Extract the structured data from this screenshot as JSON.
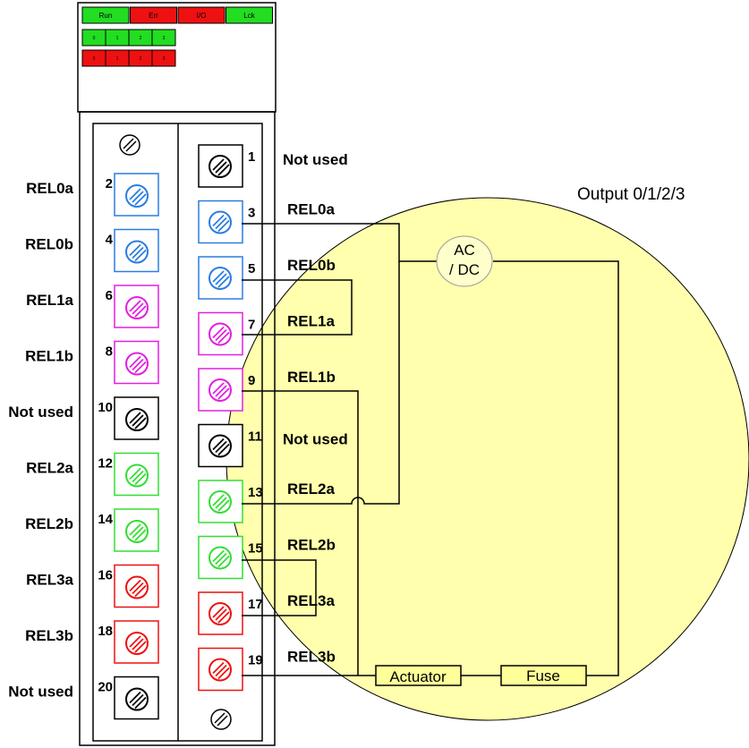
{
  "leds": {
    "status": [
      "Run",
      "Err",
      "I/O",
      "Lck"
    ],
    "status_colors": [
      "#22dd22",
      "#ee1111",
      "#ee1111",
      "#22dd22"
    ],
    "row1": [
      "0",
      "1",
      "2",
      "3"
    ],
    "row2": [
      "0",
      "1",
      "2",
      "3"
    ],
    "green": "#22dd22",
    "red": "#ee1111"
  },
  "colors": {
    "blue": "#2a7de1",
    "magenta": "#e020e0",
    "green": "#33dd33",
    "red": "#ee1111",
    "black": "#000000",
    "highlight": "#ffff99"
  },
  "left_terminals": [
    {
      "number": "2",
      "label": "REL0a",
      "color": "blue"
    },
    {
      "number": "4",
      "label": "REL0b",
      "color": "blue"
    },
    {
      "number": "6",
      "label": "REL1a",
      "color": "magenta"
    },
    {
      "number": "8",
      "label": "REL1b",
      "color": "magenta"
    },
    {
      "number": "10",
      "label": "Not used",
      "color": "black"
    },
    {
      "number": "12",
      "label": "REL2a",
      "color": "green"
    },
    {
      "number": "14",
      "label": "REL2b",
      "color": "green"
    },
    {
      "number": "16",
      "label": "REL3a",
      "color": "red"
    },
    {
      "number": "18",
      "label": "REL3b",
      "color": "red"
    },
    {
      "number": "20",
      "label": "Not used",
      "color": "black"
    }
  ],
  "right_terminals": [
    {
      "number": "1",
      "label": "Not used",
      "color": "black"
    },
    {
      "number": "3",
      "label": "REL0a",
      "color": "blue"
    },
    {
      "number": "5",
      "label": "REL0b",
      "color": "blue"
    },
    {
      "number": "7",
      "label": "REL1a",
      "color": "magenta"
    },
    {
      "number": "9",
      "label": "REL1b",
      "color": "magenta"
    },
    {
      "number": "11",
      "label": "Not used",
      "color": "black"
    },
    {
      "number": "13",
      "label": "REL2a",
      "color": "green"
    },
    {
      "number": "15",
      "label": "REL2b",
      "color": "green"
    },
    {
      "number": "17",
      "label": "REL3a",
      "color": "red"
    },
    {
      "number": "19",
      "label": "REL3b",
      "color": "red"
    }
  ],
  "output_title": "Output 0/1/2/3",
  "power_source": {
    "line1": "AC",
    "line2": "/ DC"
  },
  "actuator_label": "Actuator",
  "fuse_label": "Fuse"
}
